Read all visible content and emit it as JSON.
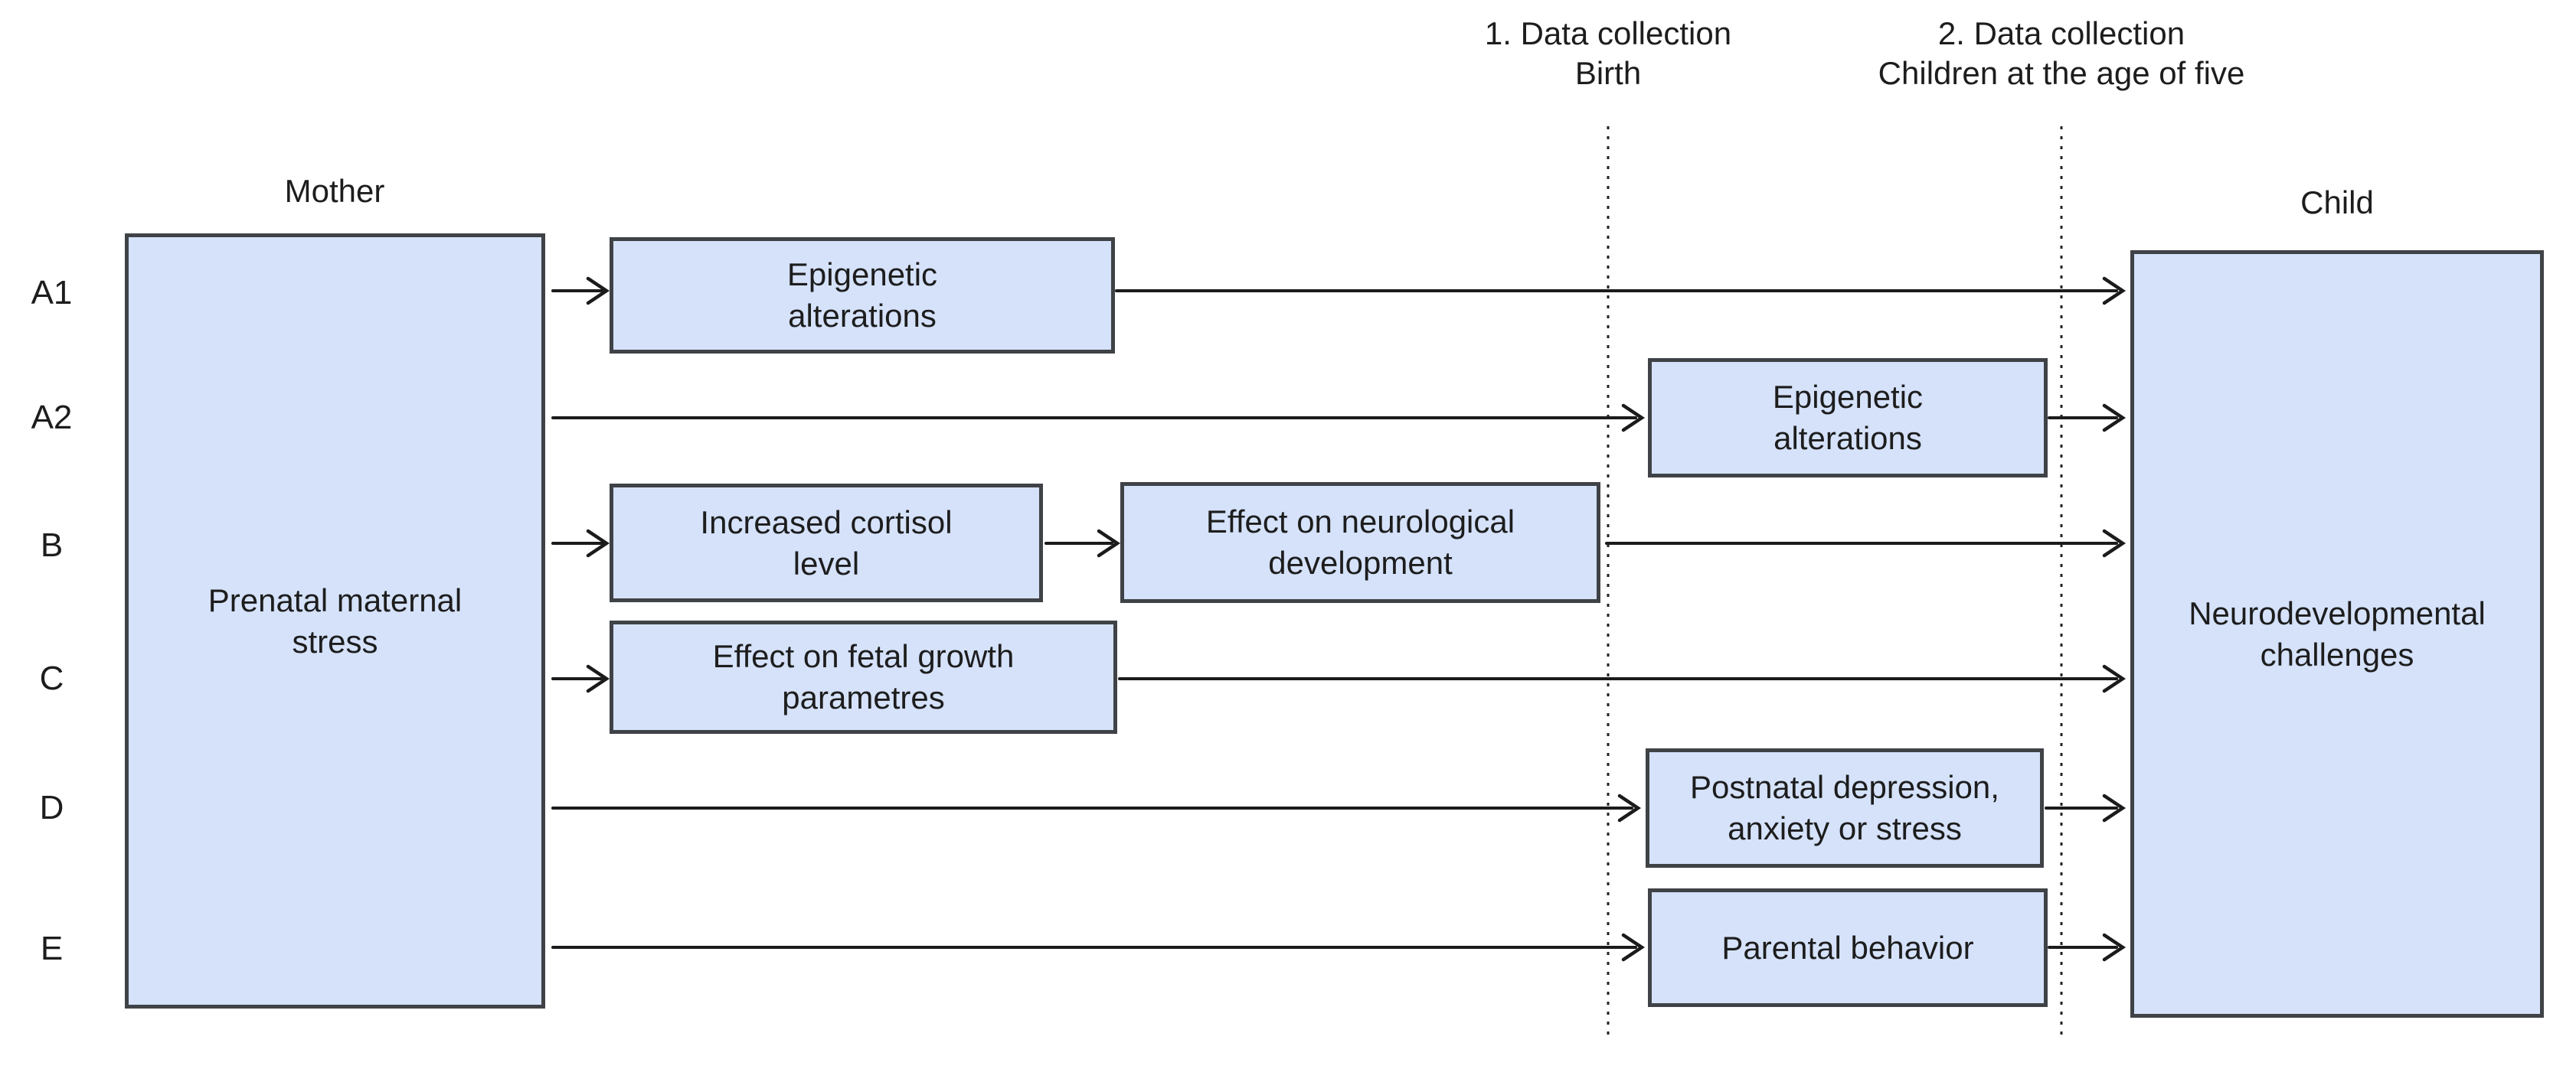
{
  "colors": {
    "box_fill": "#d5e2fa",
    "box_border": "#3f4246",
    "line": "#1b1b1b",
    "dotted": "#222222",
    "text": "#1d1d1d",
    "background": "#ffffff"
  },
  "headers": {
    "marker1_line1": "1. Data collection",
    "marker1_line2": "Birth",
    "marker2_line1": "2. Data collection",
    "marker2_line2": "Children at the age of five",
    "mother_label": "Mother",
    "child_label": "Child"
  },
  "row_labels": [
    "A1",
    "A2",
    "B",
    "C",
    "D",
    "E"
  ],
  "boxes": {
    "mother": "Prenatal maternal stress",
    "child": "Neurodevelopmental challenges",
    "a1": "Epigenetic alterations",
    "a2": "Epigenetic alterations",
    "b1": "Increased cortisol level",
    "b2": "Effect on neurological development",
    "c": "Effect on fetal growth parametres",
    "d": "Postnatal depression, anxiety or stress",
    "e": "Parental behavior"
  }
}
